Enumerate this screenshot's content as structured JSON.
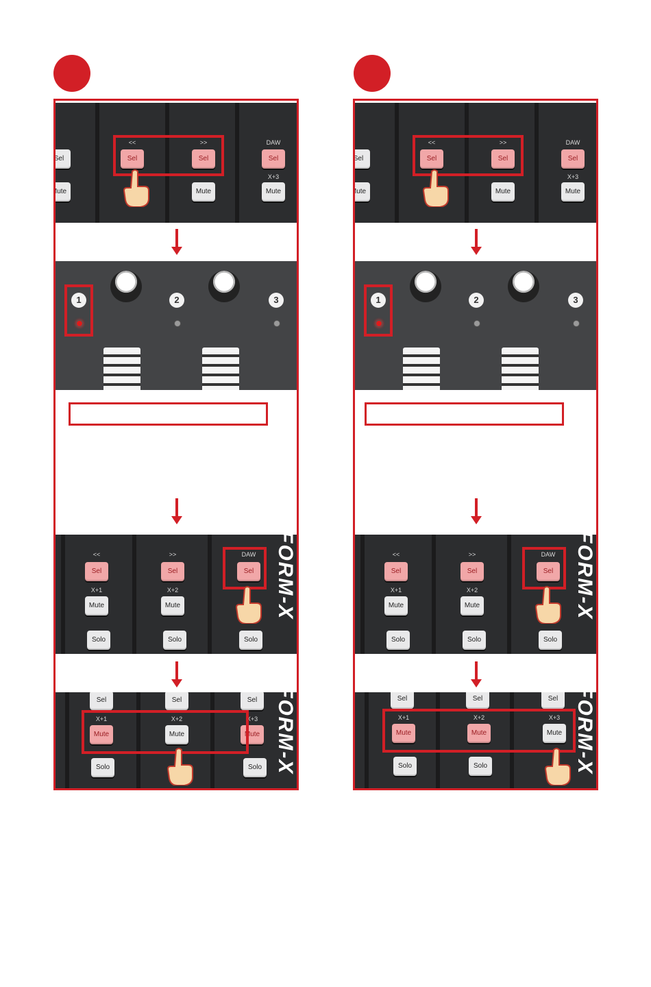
{
  "colors": {
    "accent": "#d21f26",
    "device": "#2e2f31",
    "sel_button": "#f1a7a8",
    "mute_button": "#e9e9ea"
  },
  "strip_labels": {
    "prev": "<<",
    "next": ">>",
    "daw": "DAW",
    "x1": "X+1",
    "x2": "X+2",
    "x3": "X+3"
  },
  "buttons": {
    "sel": "Sel",
    "mute": "Mute",
    "solo": "Solo"
  },
  "channels": [
    "1",
    "2",
    "3"
  ],
  "brand_text": "FORM-X",
  "icons": [
    "pointing-hand-icon",
    "down-arrow-icon"
  ],
  "panels": [
    {
      "id": "left",
      "active_channel_led": 1,
      "muted_channels": [
        1,
        3
      ]
    },
    {
      "id": "right",
      "active_channel_led": 1,
      "muted_channels": [
        1,
        2
      ]
    }
  ]
}
